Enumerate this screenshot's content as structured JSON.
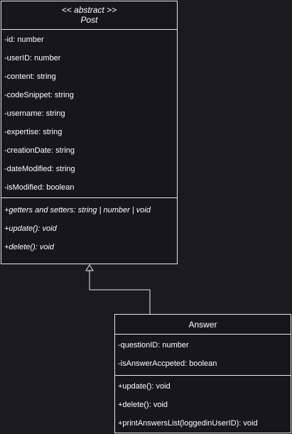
{
  "post": {
    "stereotype": "<< abstract >>",
    "name": "Post",
    "attributes": [
      "-id: number",
      "-userID: number",
      "-content: string",
      "-codeSnippet: string",
      "-username: string",
      "-expertise: string",
      "-creationDate: string",
      "-dateModified: string",
      "-isModified: boolean"
    ],
    "operations": [
      "+getters and setters: string | number | void",
      "+update(): void",
      "+delete(): void"
    ]
  },
  "answer": {
    "name": "Answer",
    "attributes": [
      "-questionID: number",
      "-isAnswerAccpeted: boolean"
    ],
    "operations": [
      "+update(): void",
      "+delete(): void",
      "+printAnswersList(loggedinUserID): void"
    ]
  },
  "colors": {
    "background": "#1b1b1f",
    "stroke": "#e8e8e8",
    "text": "#ffffff"
  }
}
